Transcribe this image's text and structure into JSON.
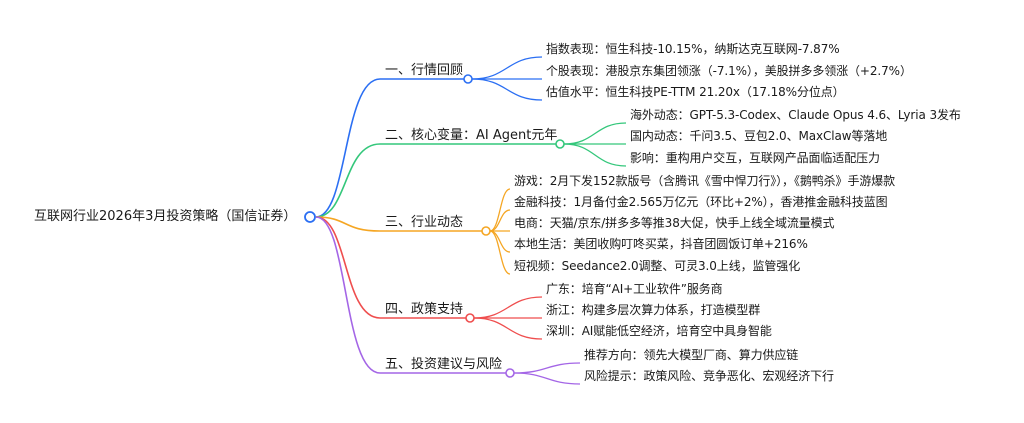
{
  "mindmap": {
    "root": "互联网行业2026年3月投资策略（国信证券）",
    "branches": [
      {
        "label": "一、行情回顾",
        "color": "#2b6ff3",
        "children": [
          "指数表现：恒生科技-10.15%，纳斯达克互联网-7.87%",
          "个股表现：港股京东集团领涨（-7.1%），美股拼多多领涨（+2.7%）",
          "估值水平：恒生科技PE-TTM 21.20x（17.18%分位点）"
        ]
      },
      {
        "label": "二、核心变量：AI Agent元年",
        "color": "#34c77b",
        "children": [
          "海外动态：GPT-5.3-Codex、Claude Opus 4.6、Lyria 3发布",
          "国内动态：千问3.5、豆包2.0、MaxClaw等落地",
          "影响：重构用户交互，互联网产品面临适配压力"
        ]
      },
      {
        "label": "三、行业动态",
        "color": "#f5a623",
        "children": [
          "游戏：2月下发152款版号（含腾讯《雪中悍刀行》），《鹅鸭杀》手游爆款",
          "金融科技：1月备付金2.565万亿元（环比+2%），香港推金融科技蓝图",
          "电商：天猫/京东/拼多多等推38大促，快手上线全域流量模式",
          "本地生活：美团收购叮咚买菜，抖音团圆饭订单+216%",
          "短视频：Seedance2.0调整、可灵3.0上线，监管强化"
        ]
      },
      {
        "label": "四、政策支持",
        "color": "#ef4e4e",
        "children": [
          "广东：培育“AI+工业软件”服务商",
          "浙江：构建多层次算力体系，打造模型群",
          "深圳：AI赋能低空经济，培育空中具身智能"
        ]
      },
      {
        "label": "五、投资建议与风险",
        "color": "#a466e6",
        "children": [
          "推荐方向：领先大模型厂商、算力供应链",
          "风险提示：政策风险、竞争恶化、宏观经济下行"
        ]
      }
    ]
  }
}
